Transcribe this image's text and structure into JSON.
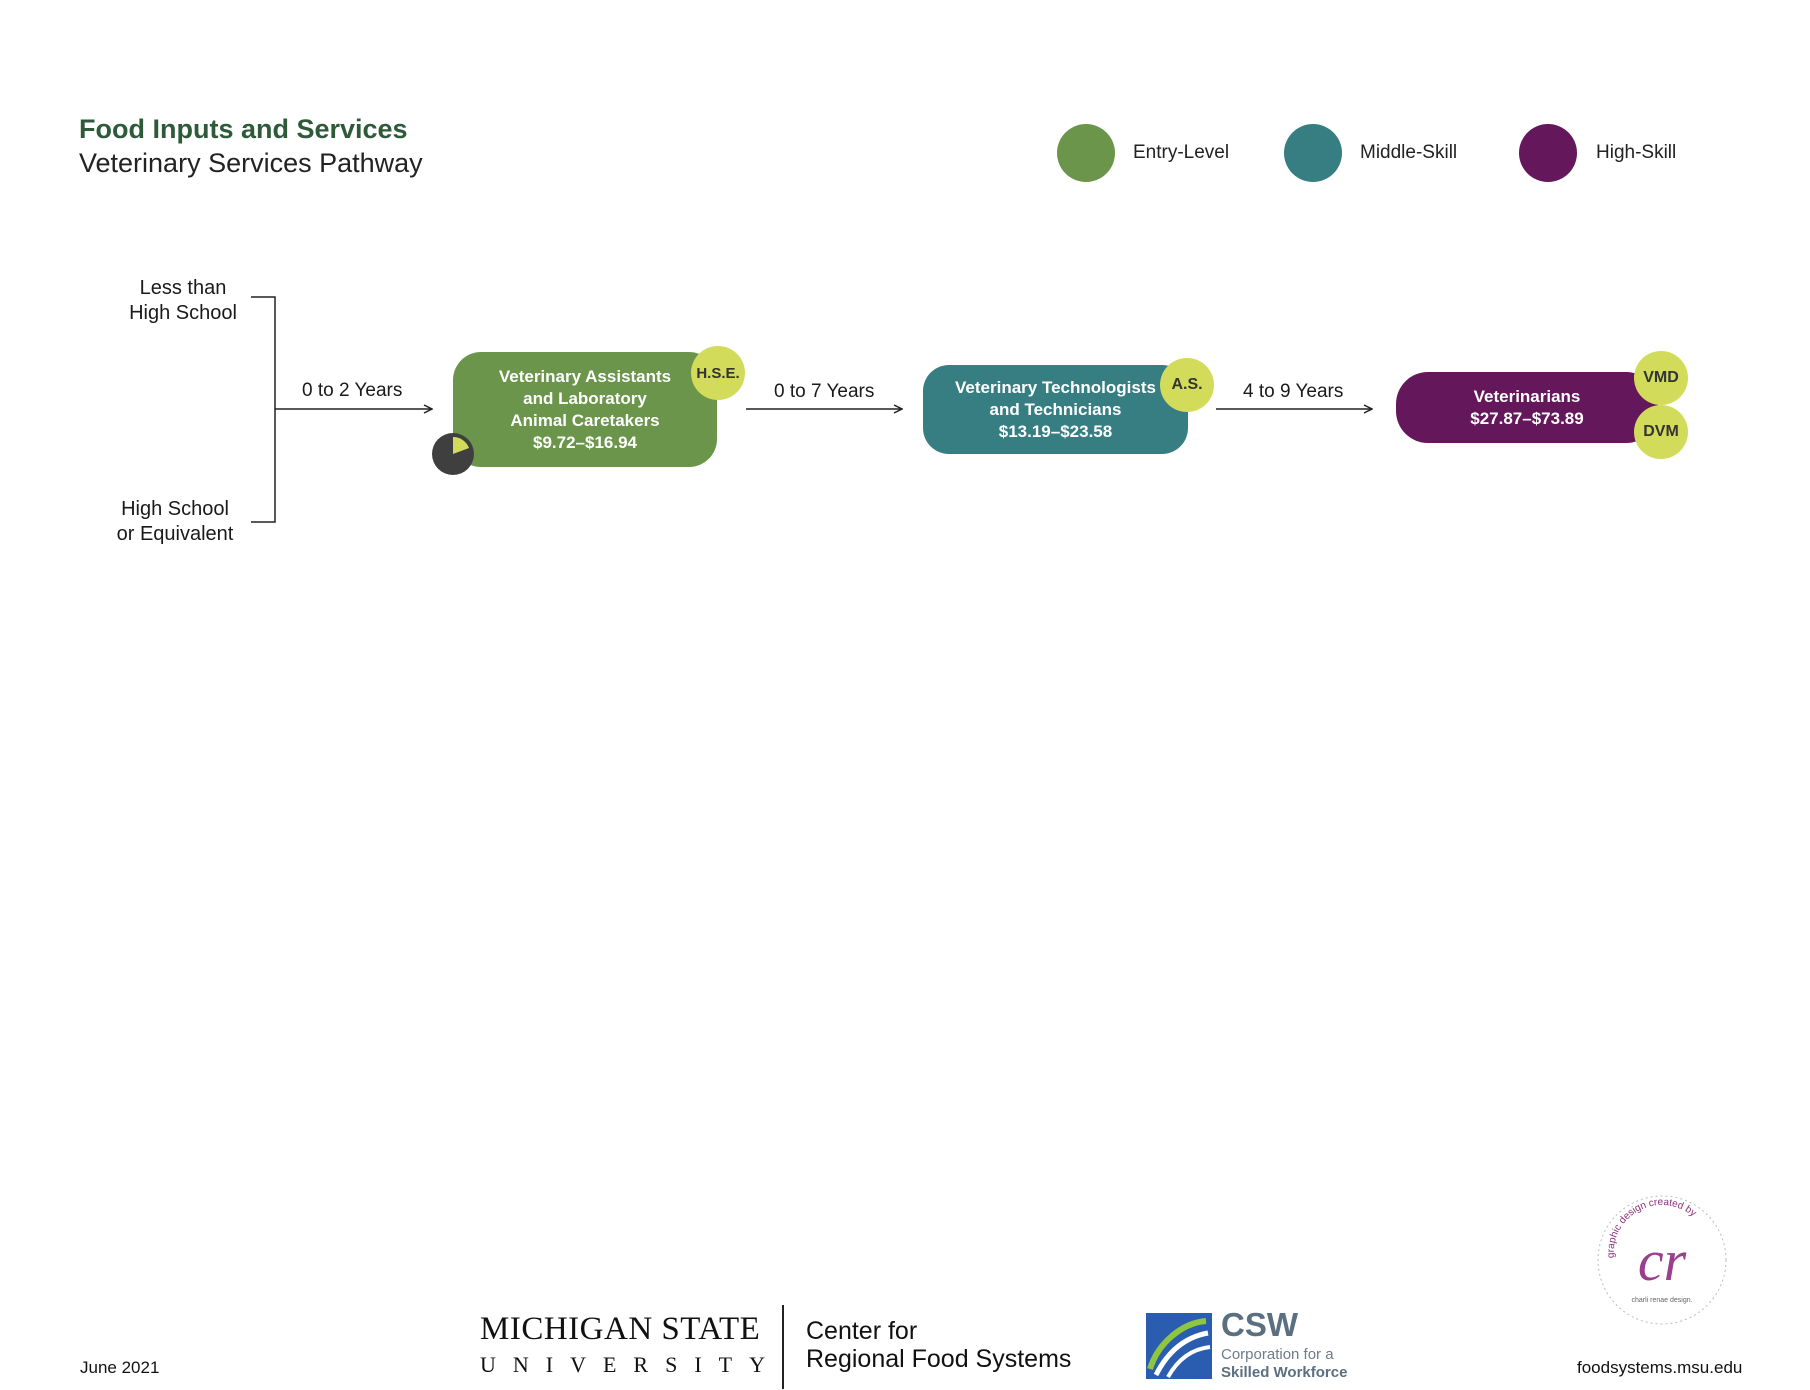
{
  "header": {
    "title": "Food Inputs and Services",
    "subtitle": "Veterinary Services Pathway"
  },
  "legend": [
    {
      "label": "Entry-Level",
      "color": "#6a954b"
    },
    {
      "label": "Middle-Skill",
      "color": "#377e82"
    },
    {
      "label": "High-Skill",
      "color": "#64175a"
    }
  ],
  "education": {
    "less_than_hs_line1": "Less than",
    "less_than_hs_line2": "High School",
    "hs_line1": "High School",
    "hs_line2": "or Equivalent"
  },
  "durations": [
    "0 to 2 Years",
    "0 to 7 Years",
    "4 to 9 Years"
  ],
  "jobs": [
    {
      "line1": "Veterinary Assistants",
      "line2": "and Laboratory",
      "line3": "Animal Caretakers",
      "wage": "$9.72–$16.94",
      "badge": "H.S.E.",
      "color": "#6a954b"
    },
    {
      "line1": "Veterinary Technologists",
      "line2": "and Technicians",
      "wage": "$13.19–$23.58",
      "badge": "A.S.",
      "color": "#377e82"
    },
    {
      "line1": "Veterinarians",
      "wage": "$27.87–$73.89",
      "badge1": "VMD",
      "badge2": "DVM",
      "color": "#64175a"
    }
  ],
  "colors": {
    "badge": "#d2dc5a",
    "title": "#2f5a3a",
    "pie": "#3f3f3f"
  },
  "footer": {
    "date": "June 2021",
    "msu_line1": "MICHIGAN STATE",
    "msu_line2": "UNIVERSITY",
    "crfs_line1": "Center for",
    "crfs_line2": "Regional Food Systems",
    "csw_acronym": "CSW",
    "csw_line1": "Corporation for a",
    "csw_line2": "Skilled Workforce",
    "url": "foodsystems.msu.edu",
    "designer_arc": "graphic design created by",
    "designer_mark": "cr",
    "designer_name": "charli renae design."
  }
}
